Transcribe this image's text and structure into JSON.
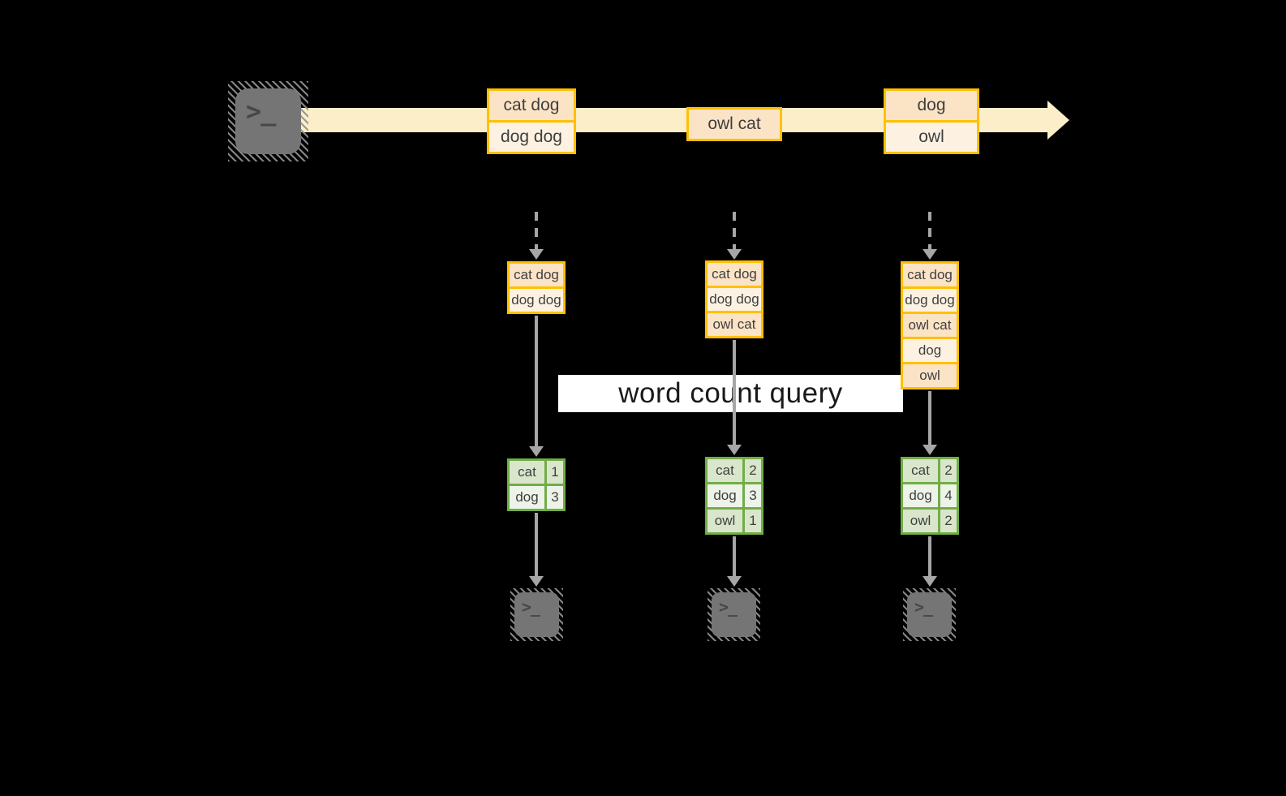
{
  "stream": {
    "source_icon": "terminal-icon",
    "batches": [
      {
        "rows": [
          "cat dog",
          "dog dog"
        ]
      },
      {
        "rows": [
          "owl cat"
        ]
      },
      {
        "rows": [
          "dog",
          "owl"
        ]
      }
    ]
  },
  "operator": {
    "query_label": "word count query",
    "states": [
      {
        "rows": [
          "cat dog",
          "dog dog"
        ]
      },
      {
        "rows": [
          "cat dog",
          "dog dog",
          "owl cat"
        ]
      },
      {
        "rows": [
          "cat dog",
          "dog dog",
          "owl cat",
          "dog",
          "owl"
        ]
      }
    ]
  },
  "results": {
    "sink_icon": "terminal-icon",
    "tables": [
      {
        "rows": [
          [
            "cat",
            "1"
          ],
          [
            "dog",
            "3"
          ]
        ]
      },
      {
        "rows": [
          [
            "cat",
            "2"
          ],
          [
            "dog",
            "3"
          ],
          [
            "owl",
            "1"
          ]
        ]
      },
      {
        "rows": [
          [
            "cat",
            "2"
          ],
          [
            "dog",
            "4"
          ],
          [
            "owl",
            "2"
          ]
        ]
      }
    ]
  },
  "terminal_glyph": {
    "chevron": ">",
    "underscore": "_"
  },
  "colors": {
    "background": "#000000",
    "stream_band": "#FBEEC8",
    "box_border": "#FFC000",
    "box_fill_dark": "#FBE3C6",
    "box_fill_light": "#FDF2E2",
    "table_border": "#70AD47",
    "table_fill_dark": "#DAE6CC",
    "table_fill_light": "#EDF3E8",
    "arrow_gray": "#A6A6A6",
    "terminal_gray": "#757575",
    "terminal_glyph": "#474747",
    "cell_text": "#3F3F3F",
    "banner_bg": "#FFFFFF",
    "banner_text": "#1A1A1A"
  }
}
